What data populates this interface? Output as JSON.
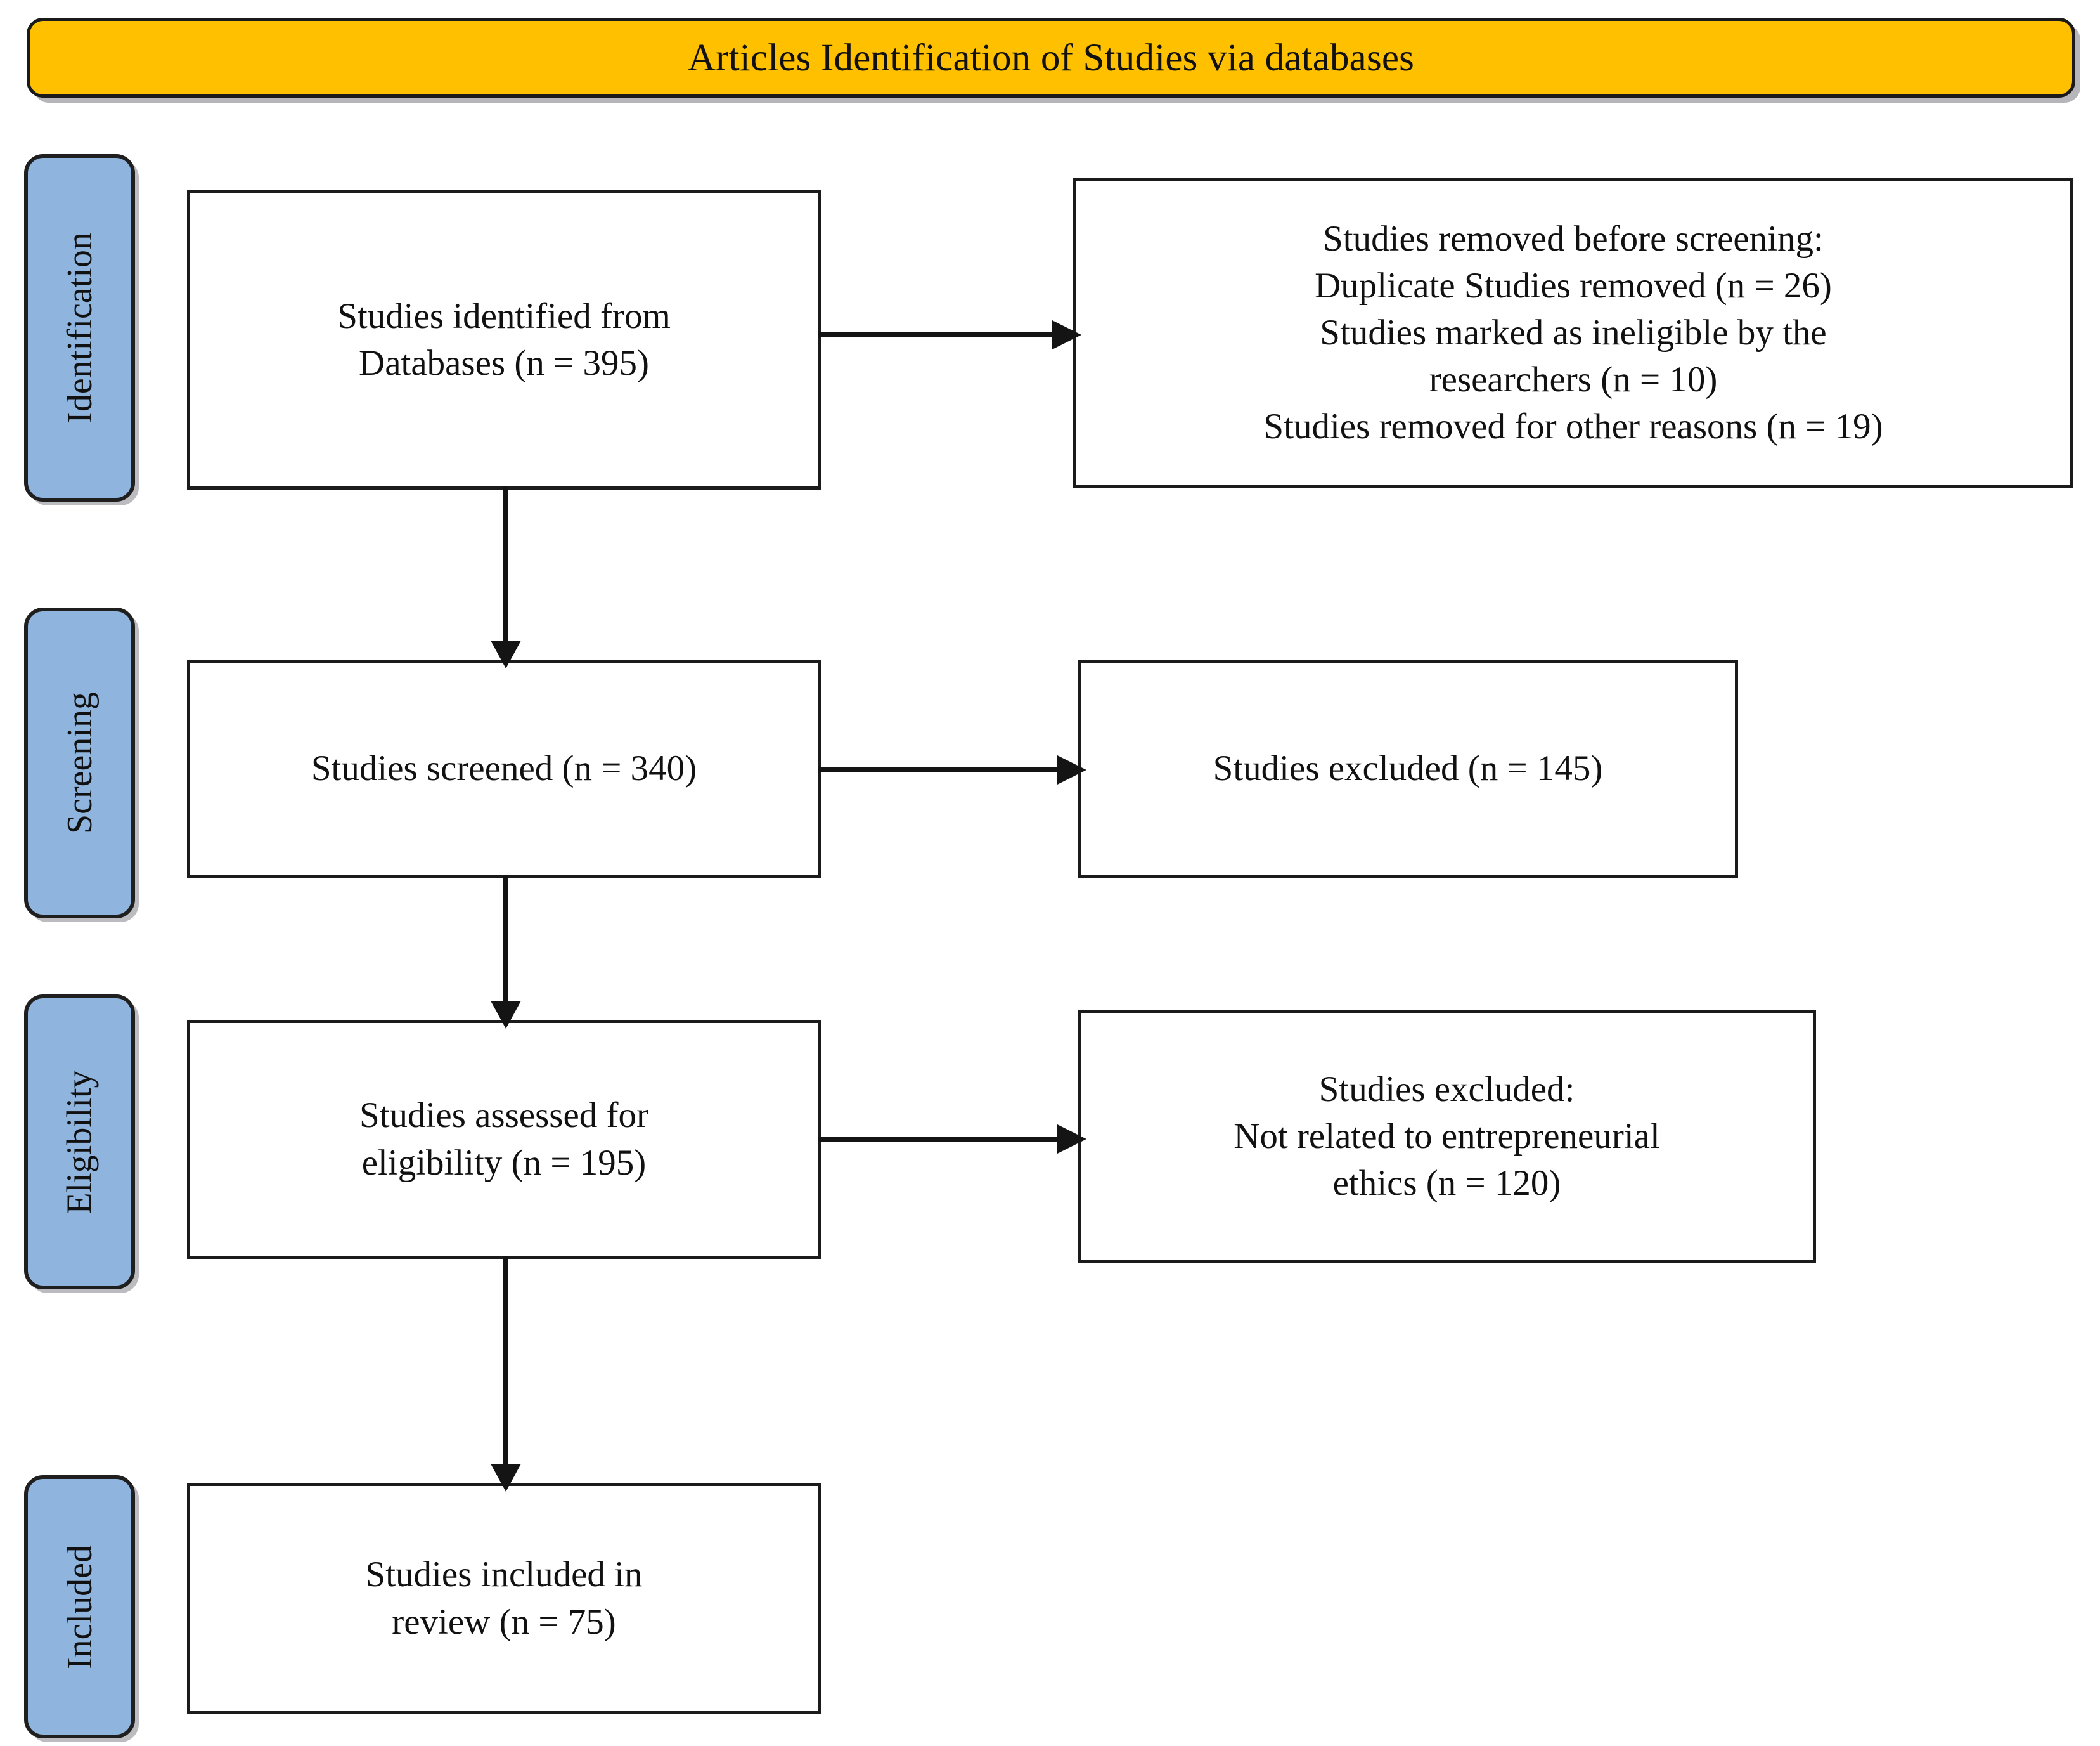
{
  "header": {
    "title": "Articles Identification of Studies via databases",
    "bg_color": "#FFC000"
  },
  "phases": {
    "bg_color": "#8FB4DD",
    "items": [
      {
        "label": "Identification"
      },
      {
        "label": "Screening"
      },
      {
        "label": "Eligibility"
      },
      {
        "label": "Included"
      }
    ]
  },
  "boxes": {
    "identified": {
      "lines": [
        "Studies identified from",
        "Databases (n = 395)"
      ]
    },
    "removed_before_screening": {
      "lines": [
        "Studies removed before screening:",
        "Duplicate Studies removed (n = 26)",
        "Studies marked as ineligible by the",
        "researchers (n = 10)",
        "Studies removed for other reasons (n = 19)"
      ]
    },
    "screened": {
      "lines": [
        "Studies screened (n = 340)"
      ]
    },
    "excluded_screening": {
      "lines": [
        "Studies excluded (n = 145)"
      ]
    },
    "assessed": {
      "lines": [
        "Studies assessed for",
        "eligibility (n = 195)"
      ]
    },
    "excluded_eligibility": {
      "lines": [
        "Studies excluded:",
        "Not related to entrepreneurial",
        "ethics (n = 120)"
      ]
    },
    "included": {
      "lines": [
        "Studies included in",
        "review (n = 75)"
      ]
    }
  },
  "connectors": {
    "line_color": "#141414"
  }
}
